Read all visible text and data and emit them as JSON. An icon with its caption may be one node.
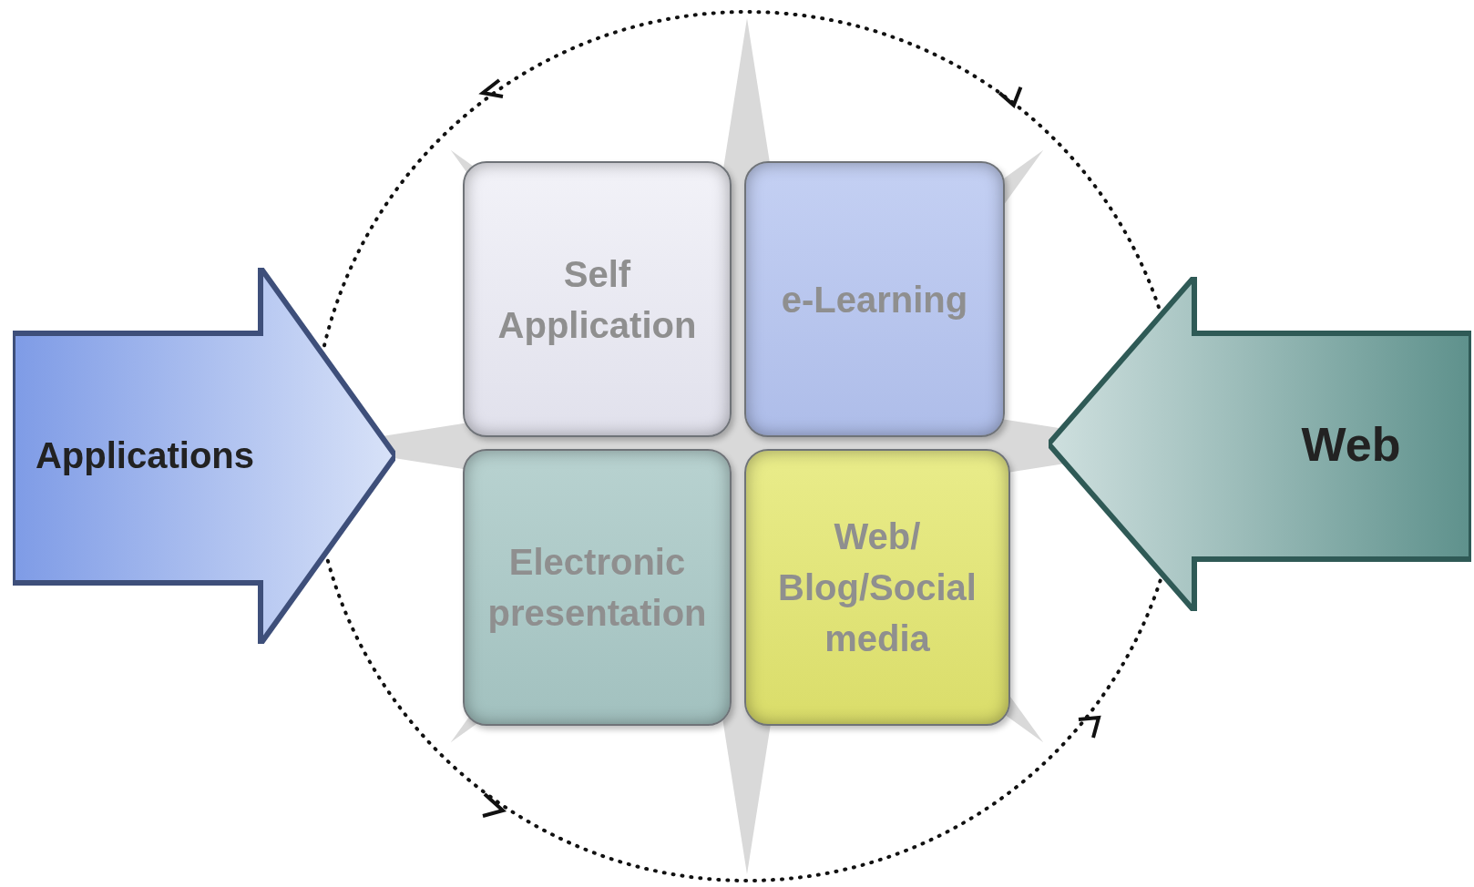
{
  "diagram": {
    "nodes": [
      {
        "text": [
          "Applications"
        ]
      },
      {
        "text": [
          "Self Application"
        ]
      },
      {
        "text": [
          "e-Learning"
        ]
      },
      {
        "text": [
          "Electronic presentation"
        ]
      },
      {
        "text": [
          "Web/ Blog/Social media"
        ]
      },
      {
        "text": [
          "Web"
        ]
      }
    ],
    "edges": []
  }
}
